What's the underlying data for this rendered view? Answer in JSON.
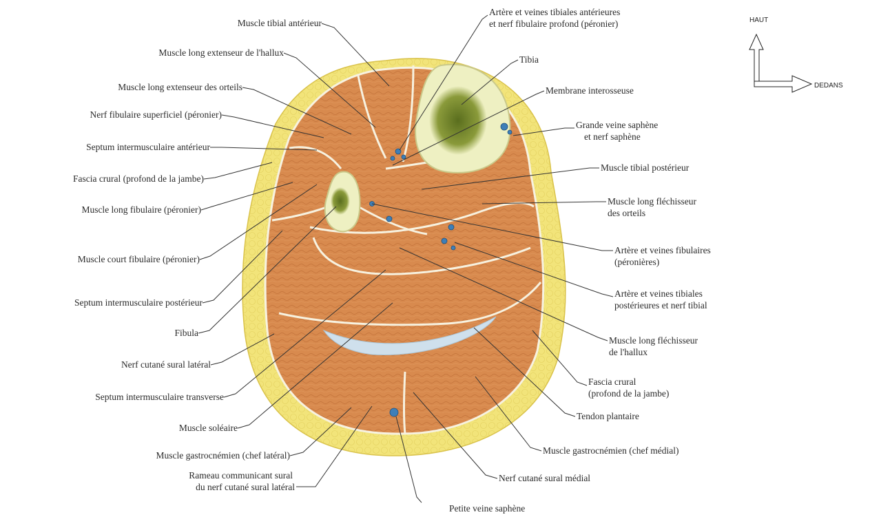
{
  "orientation": {
    "up": "HAUT",
    "medial": "DEDANS"
  },
  "colors": {
    "fat": "#f2e47a",
    "fat_edge": "#d9c24a",
    "muscle": "#d88a4e",
    "muscle_edge": "#b86a34",
    "bone": "#eef0c2",
    "marrow": "#7a8a2e",
    "vessel": "#3e7fb8",
    "tendon": "#cfe0ec",
    "septum": "#f7f2e0"
  },
  "labels": {
    "left": [
      [
        "Muscle tibial antérieur"
      ],
      [
        "Muscle long extenseur de l'hallux"
      ],
      [
        "Muscle long extenseur des orteils"
      ],
      [
        "Nerf fibulaire superficiel (péronier)"
      ],
      [
        "Septum intermusculaire antérieur"
      ],
      [
        "Fascia crural (profond de la jambe)"
      ],
      [
        "Muscle long fibulaire (péronier)"
      ],
      [
        "Muscle court fibulaire (péronier)"
      ],
      [
        "Septum intermusculaire postérieur"
      ],
      [
        "Fibula"
      ],
      [
        "Nerf cutané sural latéral"
      ],
      [
        "Septum intermusculaire transverse"
      ],
      [
        "Muscle soléaire"
      ],
      [
        "Muscle gastrocnémien (chef latéral)"
      ],
      [
        "Rameau communicant sural",
        "du nerf cutané sural latéral"
      ]
    ],
    "right": [
      [
        "Artère et veines tibiales antérieures",
        "et nerf fibulaire profond (péronier)"
      ],
      [
        "Tibia"
      ],
      [
        "Membrane interosseuse"
      ],
      [
        "Grande veine saphène",
        "et nerf saphène"
      ],
      [
        "Muscle tibial postérieur"
      ],
      [
        "Muscle long fléchisseur",
        "des orteils"
      ],
      [
        "Artère et veines fibulaires",
        "(péronières)"
      ],
      [
        "Artère et veines tibiales",
        "postérieures et nerf tibial"
      ],
      [
        "Muscle long fléchisseur",
        "de l'hallux"
      ],
      [
        "Fascia crural",
        "(profond de la jambe)"
      ],
      [
        "Tendon plantaire"
      ],
      [
        "Muscle gastrocnémien (chef médial)"
      ],
      [
        "Nerf cutané sural médial"
      ],
      [
        "Petite veine saphène"
      ]
    ]
  }
}
